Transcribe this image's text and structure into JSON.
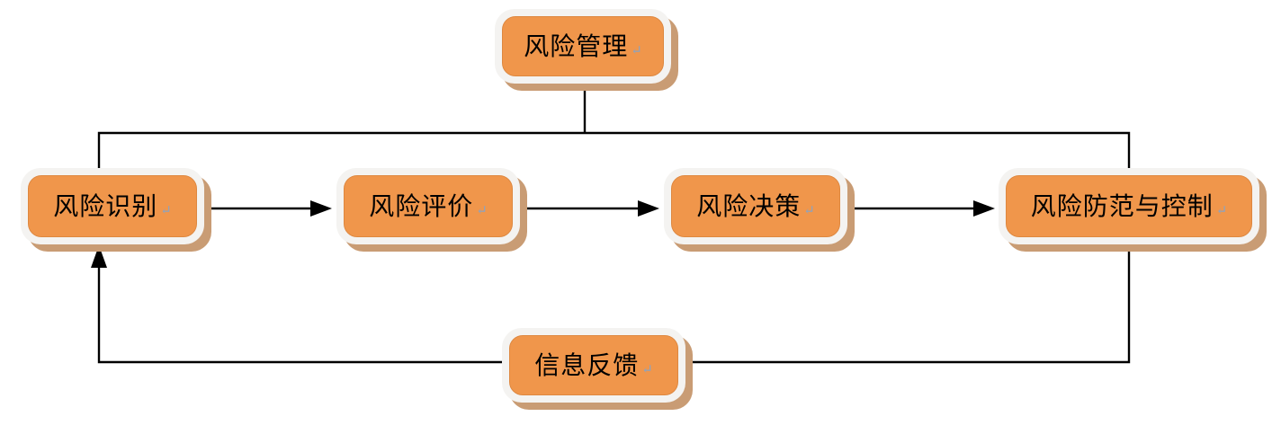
{
  "diagram": {
    "nodes": {
      "top": {
        "label": "风险管理",
        "mark": "↵"
      },
      "flow": [
        {
          "label": "风险识别",
          "mark": "↵"
        },
        {
          "label": "风险评价",
          "mark": "↵"
        },
        {
          "label": "风险决策",
          "mark": "↵"
        },
        {
          "label": "风险防范与控制",
          "mark": "↵"
        }
      ],
      "feedback": {
        "label": "信息反馈",
        "mark": "↵"
      }
    },
    "colors": {
      "node_fill": "#F0964B",
      "node_edge": "#DE8840",
      "node_rim": "#F4F3F1",
      "node_shadow": "#C99C74",
      "connector": "#000000",
      "paragraph_mark": "#8CA3C0",
      "background": "#FFFFFF"
    }
  }
}
